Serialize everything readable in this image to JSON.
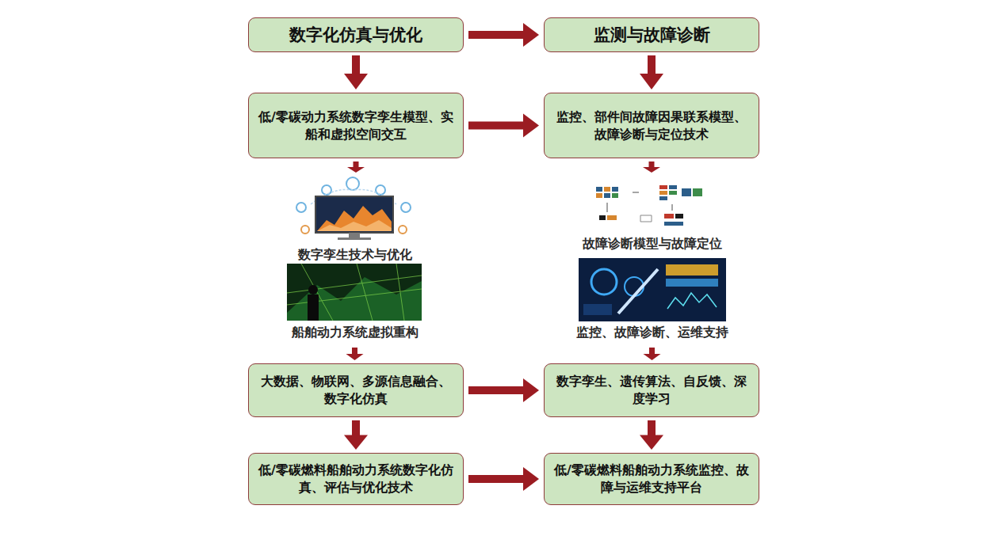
{
  "diagram": {
    "nodes": [
      {
        "text": [
          "数字化仿真与优化"
        ]
      },
      {
        "text": [
          "监测与故障诊断"
        ]
      },
      {
        "text": [
          "低/零碳动力系统数字孪生模型、实船和虚拟空间交互"
        ]
      },
      {
        "text": [
          "监控、部件间故障因果联系模型、故障诊断与定位技术"
        ]
      },
      {
        "text": [
          "数字孪生技术与优化",
          "船舶动力系统虚拟重构"
        ]
      },
      {
        "text": [
          "故障诊断模型与故障定位",
          "监控、故障诊断、运维支持"
        ]
      },
      {
        "text": [
          "大数据、物联网、多源信息融合、数字化仿真"
        ]
      },
      {
        "text": [
          "数字孪生、遗传算法、自反馈、深度学习"
        ]
      },
      {
        "text": [
          "低/零碳燃料船舶动力系统数字化仿真、评估与优化技术"
        ]
      },
      {
        "text": [
          "低/零碳燃料船舶动力系统监控、故障与运维支持平台"
        ]
      }
    ],
    "edges": [
      {
        "from": 0,
        "to": 1,
        "arrow": "to"
      },
      {
        "from": 0,
        "to": 2,
        "arrow": "to"
      },
      {
        "from": 1,
        "to": 3,
        "arrow": "to"
      },
      {
        "from": 2,
        "to": 3,
        "arrow": "to"
      },
      {
        "from": 2,
        "to": 4,
        "arrow": "to"
      },
      {
        "from": 3,
        "to": 5,
        "arrow": "to"
      },
      {
        "from": 4,
        "to": 6,
        "arrow": "to"
      },
      {
        "from": 5,
        "to": 7,
        "arrow": "to"
      },
      {
        "from": 6,
        "to": 7,
        "arrow": "to"
      },
      {
        "from": 6,
        "to": 8,
        "arrow": "to"
      },
      {
        "from": 7,
        "to": 9,
        "arrow": "to"
      },
      {
        "from": 8,
        "to": 9,
        "arrow": "to"
      }
    ]
  }
}
